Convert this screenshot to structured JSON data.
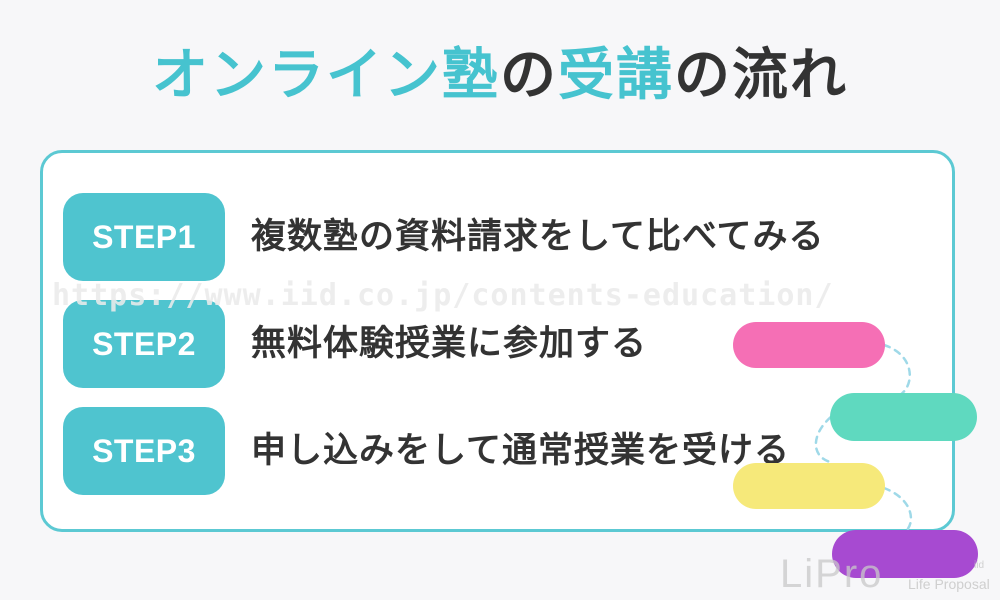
{
  "title": {
    "part1": "オンライン",
    "part2": "塾",
    "part3": "の",
    "part4": "受講",
    "part5": "の流れ"
  },
  "steps": [
    {
      "badge": "STEP1",
      "text": "複数塾の資料請求をして比べてみる"
    },
    {
      "badge": "STEP2",
      "text": "無料体験授業に参加する"
    },
    {
      "badge": "STEP3",
      "text": "申し込みをして通常授業を受ける"
    }
  ],
  "watermark_url": "https://www.iid.co.jp/contents-education/",
  "logo": {
    "mark": "LiPro",
    "sub_top": "iid",
    "sub": "Life Proposal"
  },
  "colors": {
    "accent": "#46c3cf",
    "badge": "#4fc4cf",
    "dark_text": "#333333",
    "pink": "#f56fb5",
    "mint": "#5fd9bf",
    "yellow": "#f6e97a",
    "purple": "#a74ad1"
  }
}
